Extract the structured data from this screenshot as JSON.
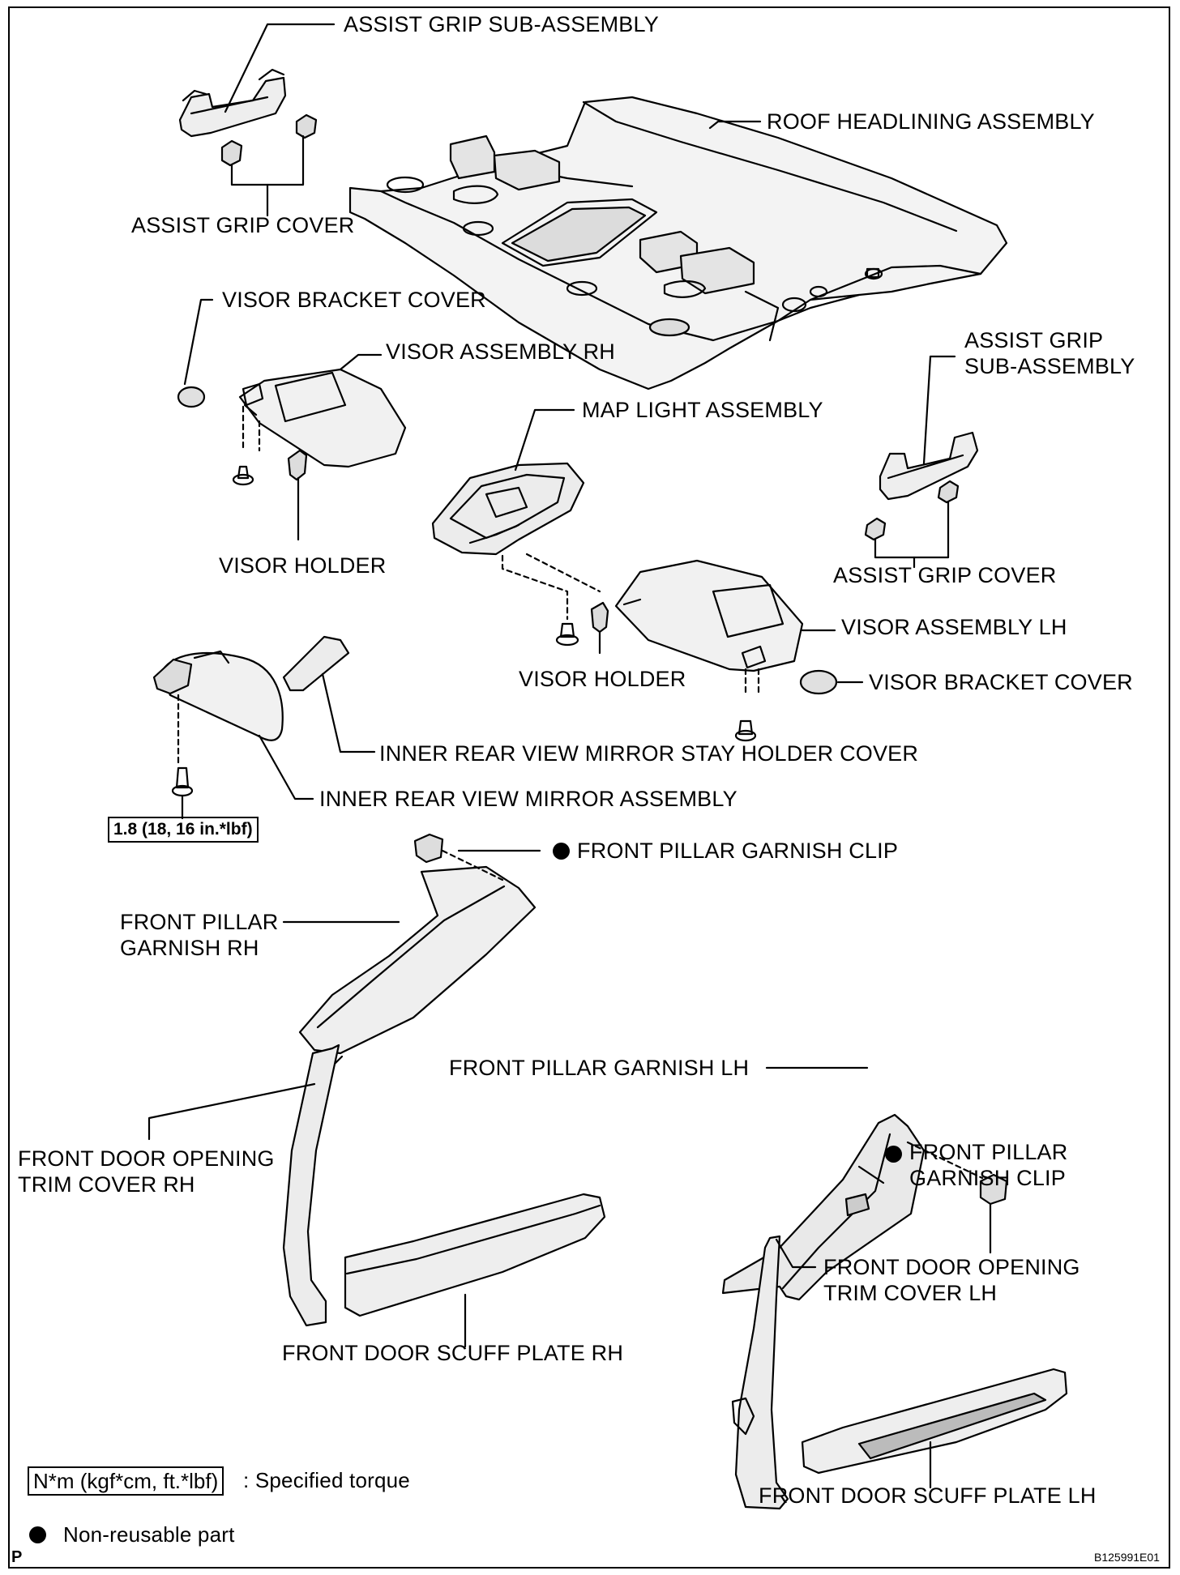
{
  "labels": {
    "assist_grip_sub_assembly_rh": "ASSIST GRIP SUB-ASSEMBLY",
    "assist_grip_cover_rh": "ASSIST GRIP COVER",
    "roof_headlining": "ROOF HEADLINING ASSEMBLY",
    "visor_bracket_cover_rh": "VISOR BRACKET COVER",
    "visor_assembly_rh": "VISOR ASSEMBLY RH",
    "assist_grip_sub_assembly_lh": "ASSIST GRIP\nSUB-ASSEMBLY",
    "map_light": "MAP LIGHT ASSEMBLY",
    "visor_holder_rh": "VISOR HOLDER",
    "assist_grip_cover_lh": "ASSIST GRIP COVER",
    "visor_assembly_lh": "VISOR ASSEMBLY LH",
    "visor_holder_lh": "VISOR HOLDER",
    "visor_bracket_cover_lh": "VISOR BRACKET COVER",
    "mirror_stay_holder_cover": "INNER REAR VIEW MIRROR STAY HOLDER COVER",
    "mirror_assembly": "INNER REAR VIEW MIRROR ASSEMBLY",
    "front_pillar_clip_rh": "FRONT PILLAR GARNISH CLIP",
    "front_pillar_garnish_rh": "FRONT PILLAR\nGARNISH RH",
    "front_pillar_garnish_lh": "FRONT PILLAR GARNISH LH",
    "front_pillar_clip_lh": "FRONT PILLAR\nGARNISH CLIP",
    "door_trim_rh": "FRONT DOOR OPENING\nTRIM COVER RH",
    "door_trim_lh": "FRONT DOOR OPENING\nTRIM COVER LH",
    "scuff_plate_rh": "FRONT DOOR SCUFF PLATE RH",
    "scuff_plate_lh": "FRONT DOOR SCUFF PLATE LH"
  },
  "torque_spec": "1.8 (18, 16 in.*lbf)",
  "legend": {
    "torque_box": "N*m (kgf*cm, ft.*lbf)",
    "torque_text": ": Specified torque",
    "nonreusable_text": "Non-reusable part"
  },
  "corner_letter": "P",
  "figure_code": "B125991E01"
}
